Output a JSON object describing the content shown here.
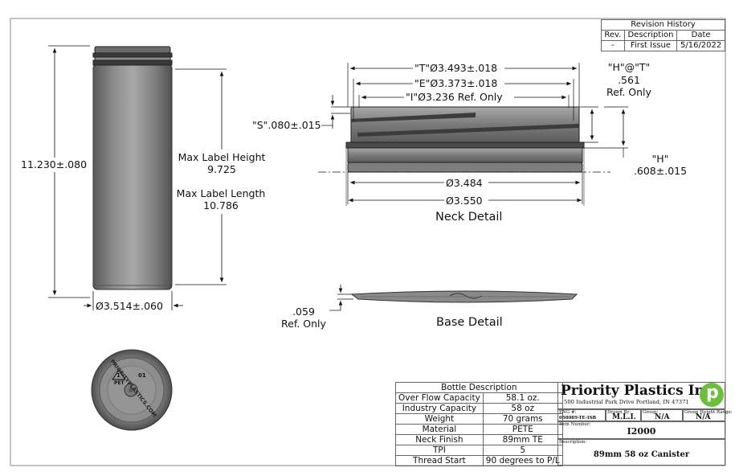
{
  "revision": {
    "title": "Revision History",
    "headers": [
      "Rev.",
      "Description",
      "Date"
    ],
    "row": [
      "-",
      "First Issue",
      "5/16/2022"
    ]
  },
  "side_view": {
    "overall_height": "11.230±.080",
    "max_label_height_title": "Max Label Height",
    "max_label_height_value": "9.725",
    "max_label_length_title": "Max Label Length",
    "max_label_length_value": "10.786",
    "diameter": "Ø3.514±.060"
  },
  "neck_detail": {
    "title": "Neck Detail",
    "t_dim": "\"T\"Ø3.493±.018",
    "e_dim": "\"E\"Ø3.373±.018",
    "i_dim": "\"I\"Ø3.236 Ref. Only",
    "s_dim": "\"S\".080±.015",
    "h_at_t_line1": "\"H\"@\"T\"",
    "h_at_t_line2": ".561",
    "h_at_t_line3": "Ref. Only",
    "h_line1": "\"H\"",
    "h_line2": ".608±.015",
    "dia_inner": "Ø3.484",
    "dia_outer": "Ø3.550"
  },
  "base_detail": {
    "title": "Base Detail",
    "dim_line1": ".059",
    "dim_line2": "Ref. Only"
  },
  "bottom_view": {
    "ring_text": "PRIORITYPLASTICS.COM",
    "recycle_text": "PET",
    "recycle_number": "1",
    "cavity": "01"
  },
  "bottle_description": {
    "title": "Bottle Description",
    "rows": [
      [
        "Over Flow Capacity",
        "58.1 oz."
      ],
      [
        "Industry Capacity",
        "58 oz"
      ],
      [
        "Weight",
        "70 grams"
      ],
      [
        "Material",
        "PETE"
      ],
      [
        "Neck Finish",
        "89mm TE"
      ],
      [
        "TPI",
        "5"
      ],
      [
        "Thread Start",
        "90 degrees to P/L"
      ]
    ]
  },
  "title_block": {
    "company": "Priority Plastics Inc.",
    "address": "500 Industrial Park Drive Portland, IN 47371",
    "eng_label": "ENG #:",
    "eng_value": "058089-TE-ISB",
    "drawn_label": "Drawn By:",
    "drawn_value": "M.L.I.",
    "group_label": "Group:",
    "group_value": "N/A",
    "range_label": "Group Height Range:",
    "range_value": "N/A",
    "item_label": "Item Number:",
    "item_value": "I2000",
    "desc_label": "Description:",
    "desc_value": "89mm 58 oz Canister",
    "logo_letter": "p",
    "logo_color": "#6cbf3d"
  }
}
